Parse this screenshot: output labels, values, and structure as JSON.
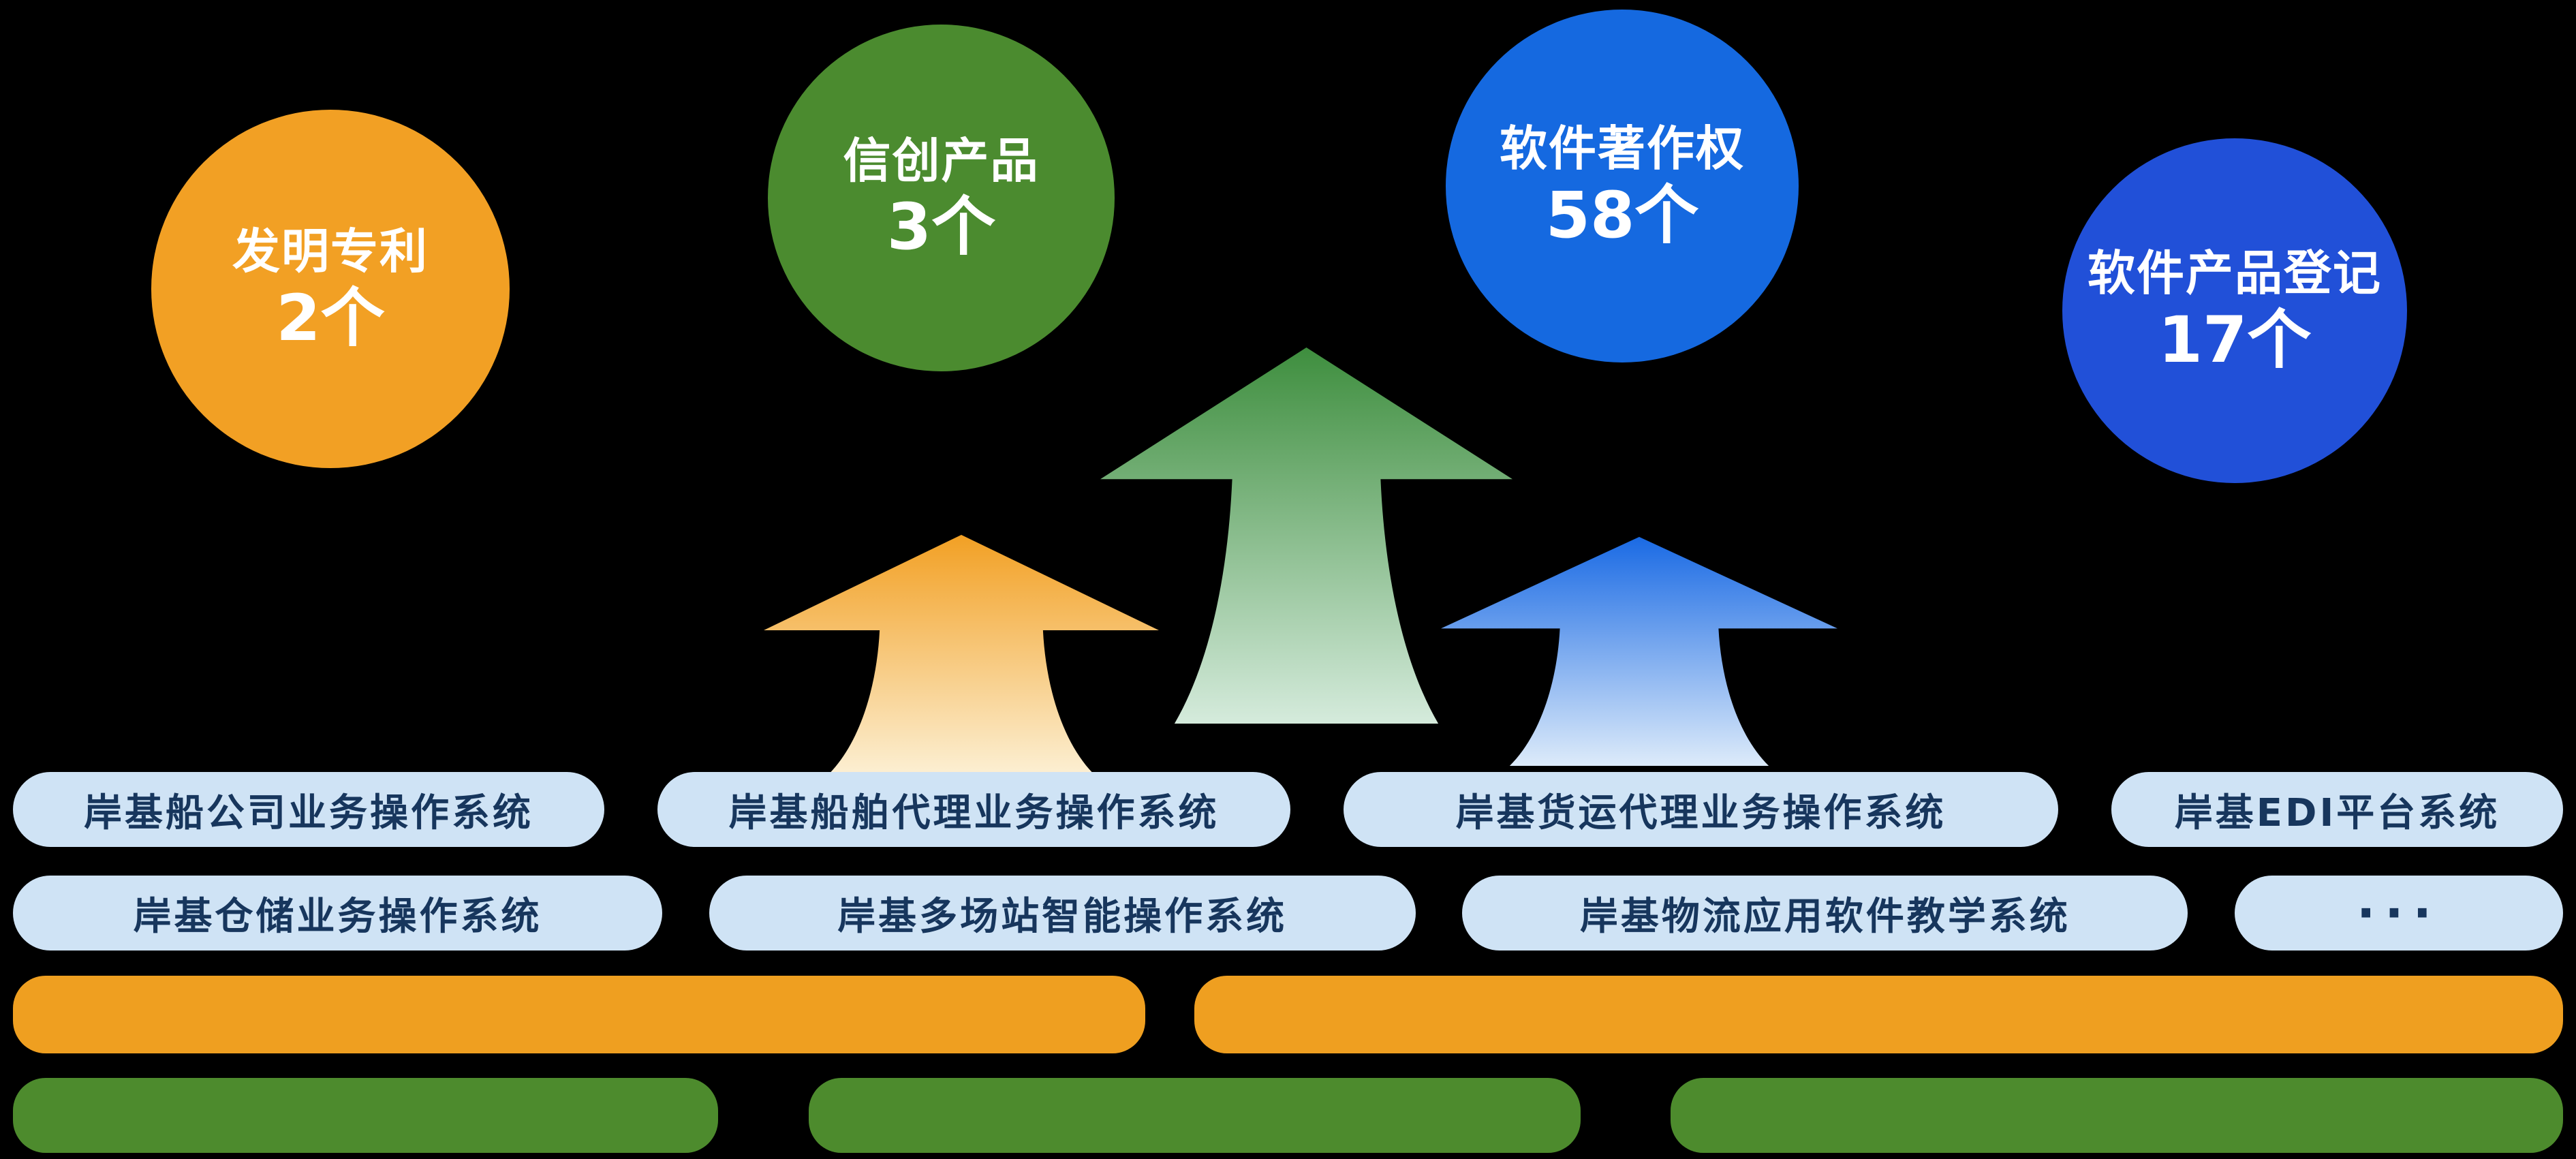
{
  "page": {
    "background": "#000000"
  },
  "stats": [
    {
      "label": "发明专利",
      "count": "2个",
      "color": "#F2A024"
    },
    {
      "label": "信创产品",
      "count": "3个",
      "color": "#4B8B2F"
    },
    {
      "label": "软件著作权",
      "count": "58个",
      "color": "#1569E0"
    },
    {
      "label": "软件产品登记",
      "count": "17个",
      "color": "#2150D8"
    }
  ],
  "arrows": [
    {
      "name": "orange-up-arrow",
      "color_top": "#F2A024",
      "color_bottom": "#FCEFD2"
    },
    {
      "name": "green-up-arrow",
      "color_top": "#3E8E3E",
      "color_bottom": "#D5EBDC"
    },
    {
      "name": "blue-up-arrow",
      "color_top": "#1A6AE4",
      "color_bottom": "#DDEBFA"
    }
  ],
  "systems": {
    "pill_bg": "#CFE3F5",
    "pill_text": "#17365D",
    "row1": [
      "岸基船公司业务操作系统",
      "岸基船舶代理业务操作系统",
      "岸基货运代理业务操作系统",
      "岸基EDI平台系统"
    ],
    "row2": [
      "岸基仓储业务操作系统",
      "岸基多场站智能操作系统",
      "岸基物流应用软件教学系统",
      "···"
    ]
  },
  "bars": {
    "orange_color": "#EF9F20",
    "green_color": "#4D8B2D"
  }
}
